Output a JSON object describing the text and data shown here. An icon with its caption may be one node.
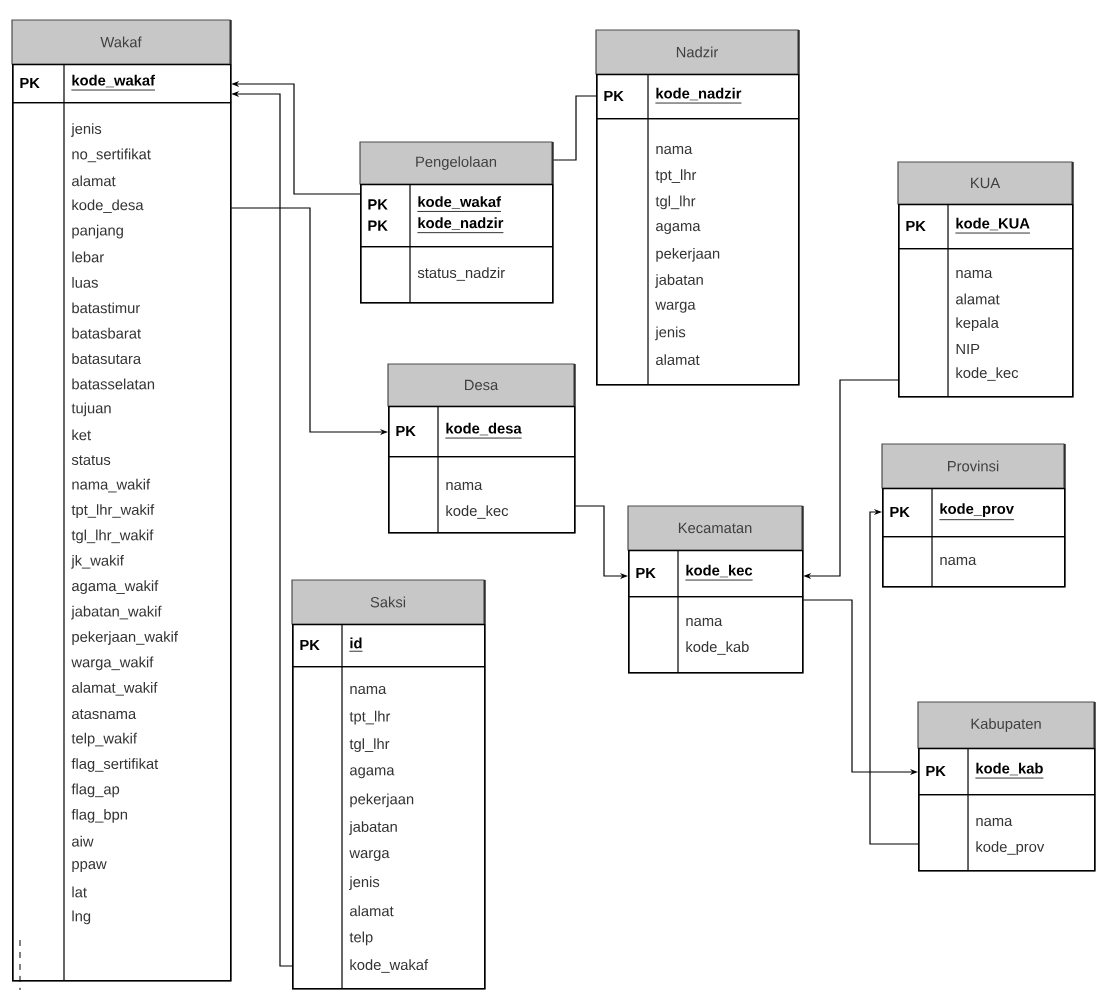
{
  "diagram": {
    "nodes": [
      {
        "text": [
          "Wakaf"
        ]
      },
      {
        "text": [
          "PK",
          "kode_wakaf"
        ],
        "in": 0
      },
      {
        "text": [
          "jenis",
          "no_sertifikat",
          "alamat",
          "kode_desa",
          "panjang",
          "lebar",
          "luas",
          "batastimur",
          "batasbarat",
          "batasutara",
          "batasselatan",
          "tujuan",
          "ket",
          "status",
          "nama_wakif",
          "tpt_lhr_wakif",
          "tgl_lhr_wakif",
          "jk_wakif",
          "agama_wakif",
          "jabatan_wakif",
          "pekerjaan_wakif",
          "warga_wakif",
          "alamat_wakif",
          "atasnama",
          "telp_wakif",
          "flag_sertifikat",
          "flag_ap",
          "flag_bpn",
          "aiw",
          "ppaw",
          "lat",
          "lng"
        ],
        "in": 0
      },
      {
        "text": [
          "Nadzir"
        ]
      },
      {
        "text": [
          "PK",
          "kode_nadzir"
        ],
        "in": 3
      },
      {
        "text": [
          "nama",
          "tpt_lhr",
          "tgl_lhr",
          "agama",
          "pekerjaan",
          "jabatan",
          "warga",
          "jenis",
          "alamat"
        ],
        "in": 3
      },
      {
        "text": [
          "Pengelolaan"
        ]
      },
      {
        "text": [
          "PK",
          "kode_wakaf",
          "PK",
          "kode_nadzir"
        ],
        "in": 6
      },
      {
        "text": [
          "status_nadzir"
        ],
        "in": 6
      },
      {
        "text": [
          "KUA"
        ]
      },
      {
        "text": [
          "PK",
          "kode_KUA"
        ],
        "in": 9
      },
      {
        "text": [
          "nama",
          "alamat",
          "kepala",
          "NIP",
          "kode_kec"
        ],
        "in": 9
      },
      {
        "text": [
          "Desa"
        ]
      },
      {
        "text": [
          "PK",
          "kode_desa"
        ],
        "in": 12
      },
      {
        "text": [
          "nama",
          "kode_kec"
        ],
        "in": 12
      },
      {
        "text": [
          "Provinsi"
        ]
      },
      {
        "text": [
          "PK",
          "kode_prov"
        ],
        "in": 15
      },
      {
        "text": [
          "nama"
        ],
        "in": 15
      },
      {
        "text": [
          "Kecamatan"
        ]
      },
      {
        "text": [
          "PK",
          "kode_kec"
        ],
        "in": 18
      },
      {
        "text": [
          "nama",
          "kode_kab"
        ],
        "in": 18
      },
      {
        "text": [
          "Saksi"
        ]
      },
      {
        "text": [
          "PK",
          "id"
        ],
        "in": 21
      },
      {
        "text": [
          "nama",
          "tpt_lhr",
          "tgl_lhr",
          "agama",
          "pekerjaan",
          "jabatan",
          "warga",
          "jenis",
          "alamat",
          "telp",
          "kode_wakaf"
        ],
        "in": 21
      },
      {
        "text": [
          "Kabupaten"
        ]
      },
      {
        "text": [
          "PK",
          "kode_kab"
        ],
        "in": 24
      },
      {
        "text": [
          "nama",
          "kode_prov"
        ],
        "in": 24
      }
    ],
    "edges": [
      {
        "from": 7,
        "to": 1,
        "arrow": "to"
      },
      {
        "from": 23,
        "to": 1,
        "arrow": "to"
      },
      {
        "from": 6,
        "to": 4,
        "arrow": "none"
      },
      {
        "from": 2,
        "to": 13,
        "arrow": "to"
      },
      {
        "from": 14,
        "to": 19,
        "arrow": "to"
      },
      {
        "from": 11,
        "to": 19,
        "arrow": "to"
      },
      {
        "from": 20,
        "to": 25,
        "arrow": "to"
      },
      {
        "from": 26,
        "to": 16,
        "arrow": "to"
      }
    ]
  }
}
